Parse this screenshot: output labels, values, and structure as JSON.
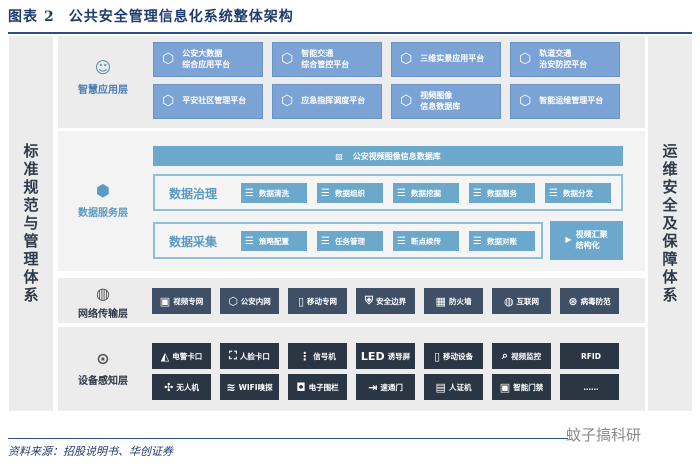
{
  "figure": {
    "label": "图表",
    "number": "2",
    "title": "公共安全管理信息化系统整体架构"
  },
  "left_panel": "标准规范与管理体系",
  "right_panel": "运维安全及保障体系",
  "app_layer": {
    "label": "智慧应用层",
    "items": [
      "公安大数据\n综合应用平台",
      "智能交通\n综合管控平台",
      "三维实景应用平台",
      "轨道交通\n治安防控平台",
      "平安社区管理平台",
      "应急指挥调度平台",
      "视频图像\n信息数据库",
      "智能运维管理平台"
    ]
  },
  "data_layer": {
    "label": "数据服务层",
    "banner": "公安视频图像信息数据库",
    "governance": {
      "label": "数据治理",
      "items": [
        "数据清洗",
        "数据组织",
        "数据挖掘",
        "数据服务",
        "数据分发"
      ]
    },
    "collection": {
      "label": "数据采集",
      "items": [
        "策略配置",
        "任务管理",
        "断点续传",
        "数据对账"
      ]
    },
    "video": "视频汇聚\n结构化"
  },
  "network_layer": {
    "label": "网络传输层",
    "items": [
      {
        "icon": "▣",
        "text": "视频专网"
      },
      {
        "icon": "⬡",
        "text": "公安内网"
      },
      {
        "icon": "▯",
        "text": "移动专网"
      },
      {
        "icon": "⛨",
        "text": "安全边界"
      },
      {
        "icon": "▦",
        "text": "防火墙"
      },
      {
        "icon": "◍",
        "text": "互联网"
      },
      {
        "icon": "⊛",
        "text": "病毒防范"
      }
    ]
  },
  "device_layer": {
    "label": "设备感知层",
    "items": [
      {
        "icon": "◭",
        "text": "电警卡口"
      },
      {
        "icon": "⛶",
        "text": "人脸卡口"
      },
      {
        "icon": "⋮",
        "text": "信号机"
      },
      {
        "icon": "LED",
        "text": "诱导屏"
      },
      {
        "icon": "▯",
        "text": "移动设备"
      },
      {
        "icon": "⌕",
        "text": "视频监控"
      },
      {
        "icon": "",
        "text": "RFID"
      },
      {
        "icon": "✣",
        "text": "无人机"
      },
      {
        "icon": "≋",
        "text": "WIFI嗅探"
      },
      {
        "icon": "◘",
        "text": "电子围栏"
      },
      {
        "icon": "⇥",
        "text": "速通门"
      },
      {
        "icon": "▤",
        "text": "人证机"
      },
      {
        "icon": "▣",
        "text": "智能门禁"
      },
      {
        "icon": "",
        "text": "……"
      }
    ]
  },
  "source": "资料来源：招股说明书、华创证券",
  "watermark": "蚊子搞科研"
}
